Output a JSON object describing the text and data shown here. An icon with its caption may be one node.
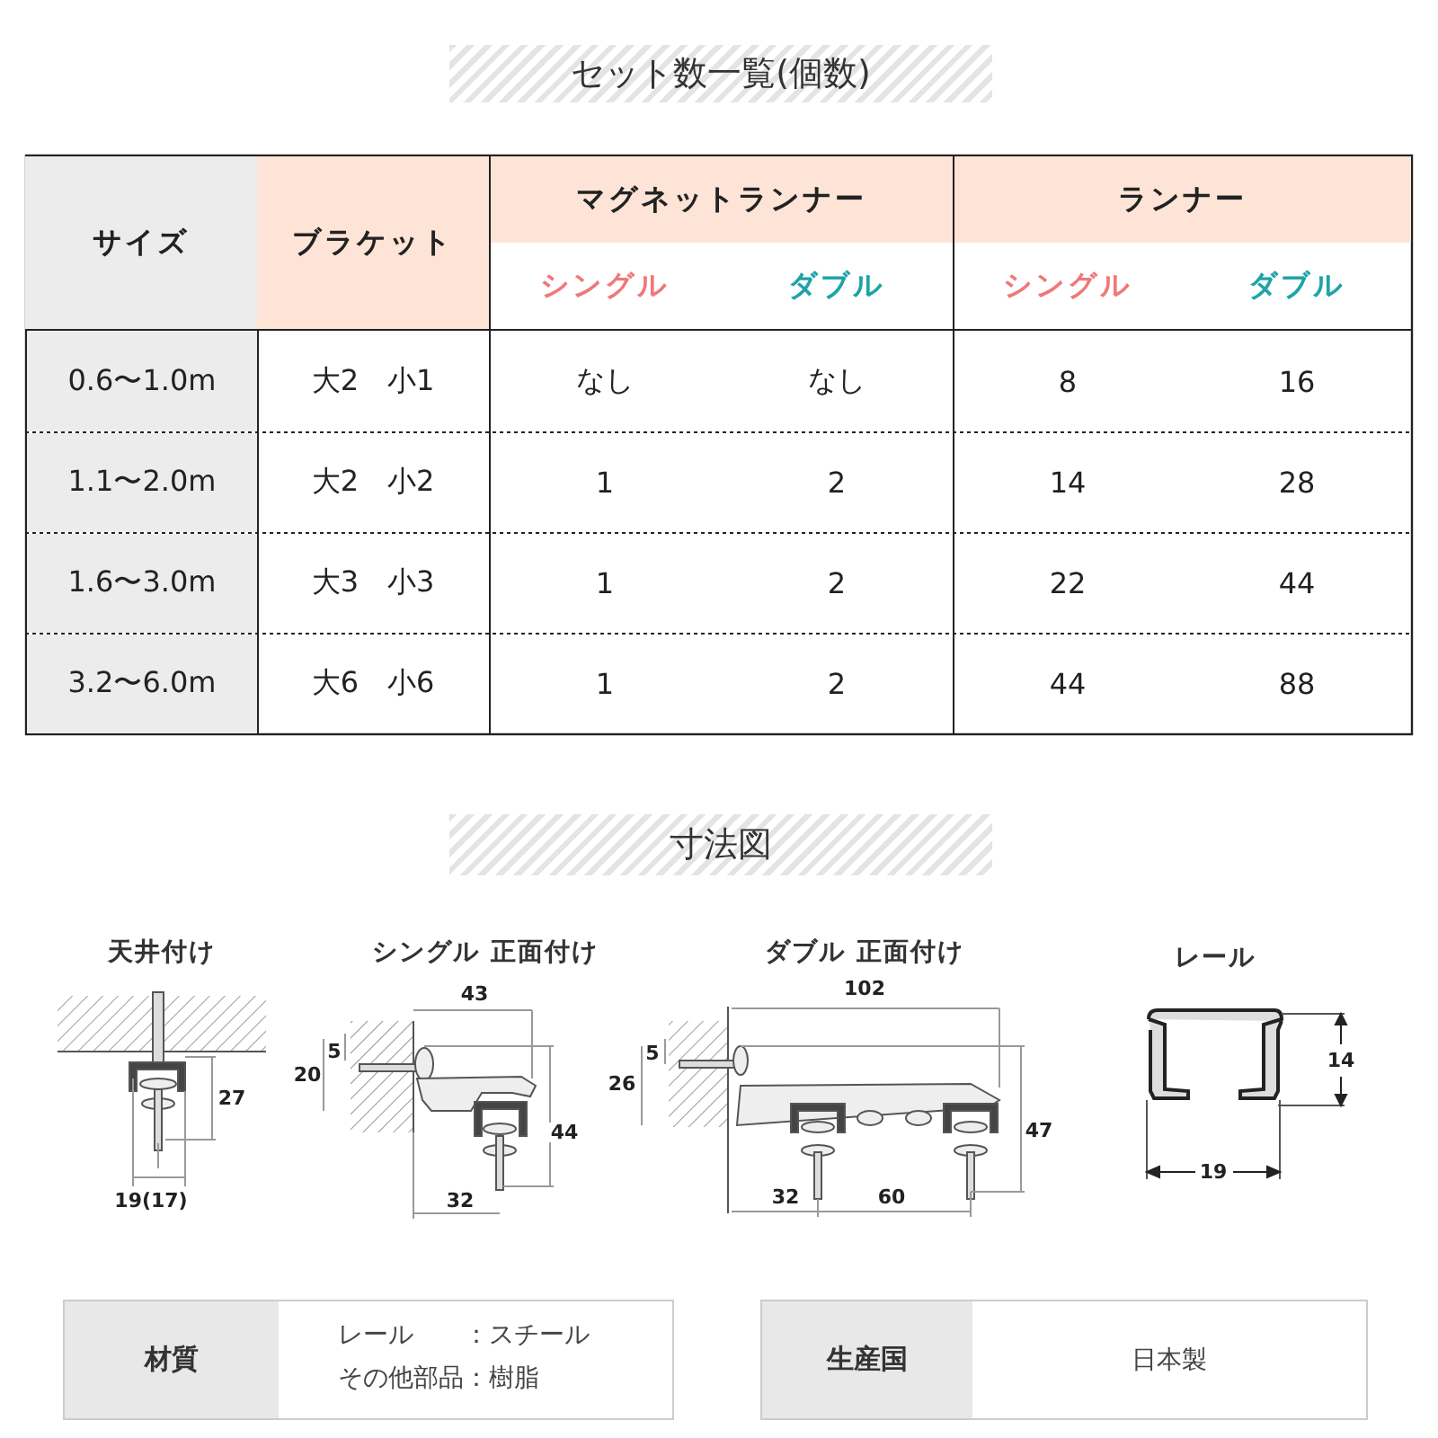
{
  "diagram": {
    "title": "セット数一覧(個数)",
    "labels": [
      "サイズ",
      "ブラケット",
      "マグネットランナー",
      "ランナー",
      "シングル",
      "ダブル",
      "シングル",
      "ダブル",
      "0.6〜1.0m",
      "大2　小1",
      "なし",
      "なし",
      "8",
      "16",
      "1.1〜2.0m",
      "大2　小2",
      "1",
      "2",
      "14",
      "28",
      "1.6〜3.0m",
      "大3　小3",
      "1",
      "2",
      "22",
      "44",
      "3.2〜6.0m",
      "大6　小6",
      "1",
      "2",
      "44",
      "88",
      "寸法図",
      "天井付け",
      "シングル 正面付け",
      "ダブル 正面付け",
      "レール",
      "27",
      "19(17)",
      "43",
      "5",
      "20",
      "44",
      "32",
      "102",
      "5",
      "26",
      "47",
      "32",
      "60",
      "14",
      "19",
      "材質",
      "レール　　：スチール",
      "その他部品：樹脂",
      "生産国",
      "日本製"
    ]
  }
}
